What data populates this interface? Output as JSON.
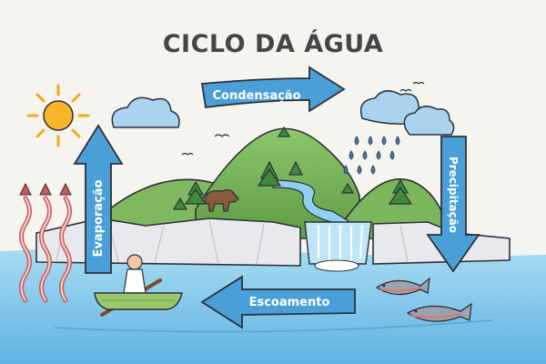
{
  "title": "CICLO DA ÁGUA",
  "stages": {
    "condensation": "Condensação",
    "precipitation": "Precipitação",
    "runoff": "Escoamento",
    "evaporation": "Evaporação"
  },
  "colors": {
    "arrow": "#4a9fd6",
    "arrow_outline": "#2f2f3a",
    "sun": "#f6a81c",
    "hill": "#7cb95c",
    "cloud": "#a9d3ee",
    "water": "#8fd0ef",
    "rain": "#3f7fc0",
    "steam": "#c95a5a"
  },
  "icons": [
    "sun-icon",
    "cloud-icon",
    "rain-icon",
    "tree-icon",
    "bear-icon",
    "fish-icon",
    "boat-icon",
    "bird-icon",
    "steam-icon",
    "waterfall-icon"
  ]
}
